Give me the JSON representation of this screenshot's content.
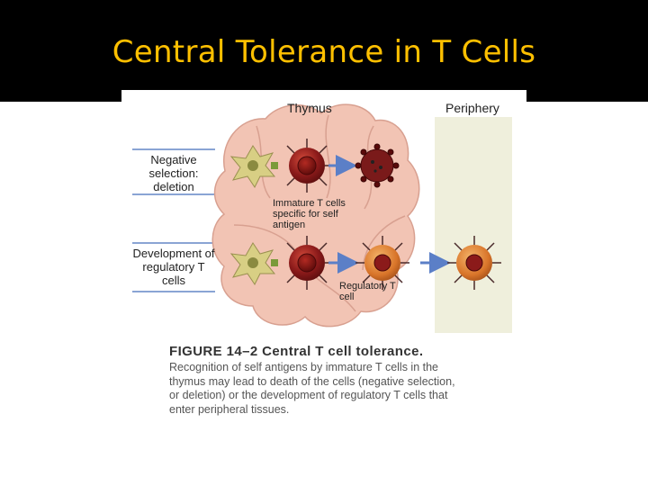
{
  "slide": {
    "title": "Central Tolerance in T Cells"
  },
  "figure": {
    "thymus_label": "Thymus",
    "periphery_label": "Periphery",
    "negative_selection_label": "Negative selection: deletion",
    "regulatory_development_label": "Development of regulatory T cells",
    "immature_cells_label": "Immature T cells specific for self antigen",
    "regulatory_cell_label": "Regulatory T cell",
    "colors": {
      "thymus_pink": "#f2c4b4",
      "periphery_band": "#efefdc",
      "immature_cell": "#8b1a1a",
      "regulatory_cell": "#d9752a",
      "dendritic_cell": "#d8cf84",
      "arrow": "#5b7fc7"
    }
  },
  "caption": {
    "heading": "FIGURE 14–2 Central T cell tolerance.",
    "body": "Recognition of self antigens by immature T cells in the thymus may lead to death of the cells (negative selection, or deletion) or the development of regulatory T cells that enter peripheral tissues."
  }
}
